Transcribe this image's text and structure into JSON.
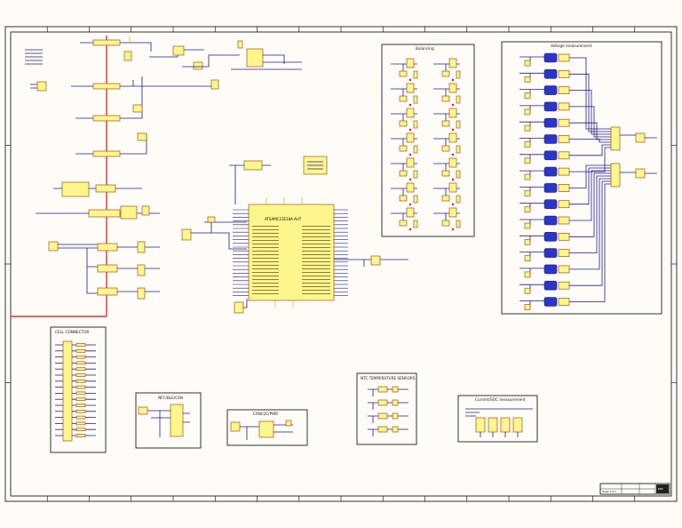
{
  "sheet": {
    "background": "#fffcf7",
    "border_color": "#000000",
    "wire_color": "#1d1d8a",
    "power_color": "#e52d2d",
    "component_fill": "#fdf68c",
    "component_stroke": "#a0521c"
  },
  "blocks": {
    "balancing": "Balancing",
    "voltage_measurement": "Voltage measurement",
    "mcu": "ATSAMC21E18A-AUT",
    "cell_connector": "CELL CONNECTOR",
    "nfc": "NFC/BLE/CAN",
    "can": "CAN/I2C/PWR",
    "temp": "NTC TEMPERATURE SENSORS",
    "current": "Current/SOC measurement"
  },
  "title_block": {
    "company": "BMS",
    "sheet_label": "Sheet 1 of 1"
  }
}
